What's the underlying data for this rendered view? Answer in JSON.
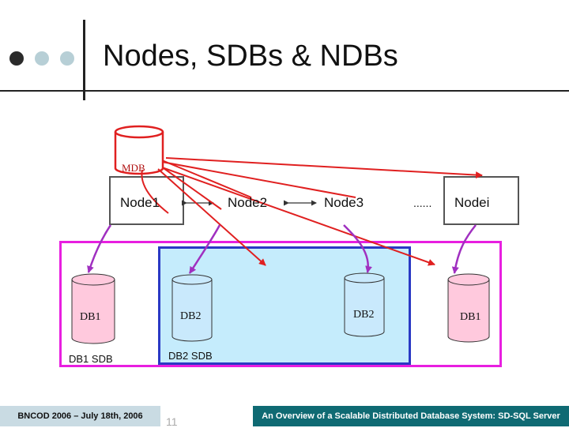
{
  "title": "Nodes, SDBs & NDBs",
  "mdb_label": "MDB",
  "nodes": [
    "Node1",
    "Node2",
    "Node3",
    "......",
    "Nodei"
  ],
  "databases": [
    "DB1",
    "DB2",
    "DB2",
    "DB1"
  ],
  "sdb_labels": [
    "DB1 SDB",
    "DB2 SDB"
  ],
  "footer": {
    "left": "BNCOD 2006 – July 18th, 2006",
    "right": "An Overview of a Scalable Distributed Database System: SD-SQL Server",
    "page_number": "11"
  },
  "colors": {
    "bullet_dark": "#2b2b2b",
    "bullet_light": "#b7cfd6",
    "magenta": "#e81fe0",
    "blue": "#2a39c4",
    "light_blue": "#c5ecfc",
    "red": "#e02020",
    "pink": "#ffc9dd",
    "db_blue": "#c9e9fc",
    "footer_teal": "#0f6a73"
  }
}
